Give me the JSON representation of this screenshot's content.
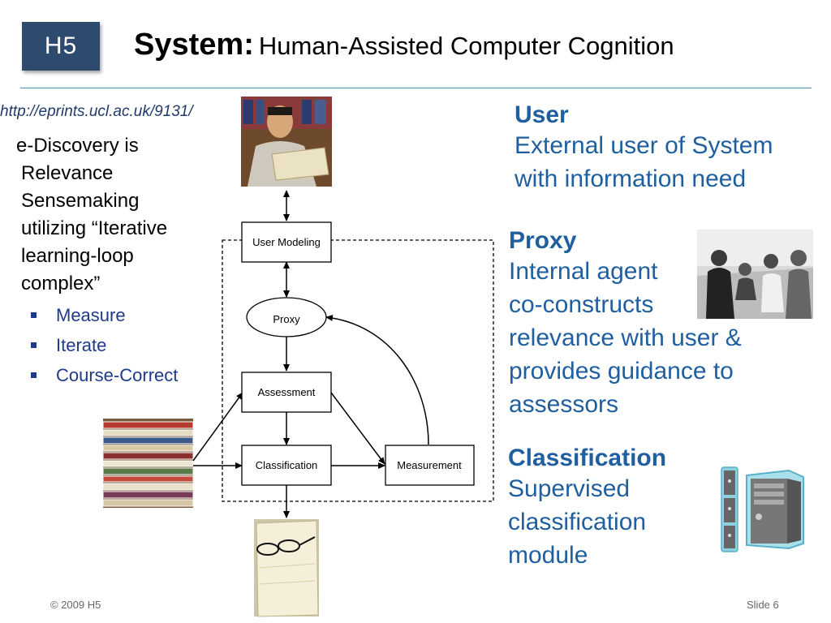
{
  "logo": {
    "text": "H5"
  },
  "header": {
    "title_bold": "System:",
    "title_rest": "Human-Assisted Computer Cognition"
  },
  "left": {
    "url": "http://eprints.ucl.ac.uk/9131/",
    "body_lines": [
      "e-Discovery is",
      "Relevance",
      "Sensemaking",
      "utilizing “Iterative",
      "learning-loop",
      "complex”"
    ],
    "bullets": [
      "Measure",
      "Iterate",
      "Course-Correct"
    ]
  },
  "diagram": {
    "user_modeling": "User Modeling",
    "proxy": "Proxy",
    "assessment": "Assessment",
    "classification": "Classification",
    "measurement": "Measurement"
  },
  "right": {
    "user": {
      "heading": "User",
      "lines": [
        "External user of System",
        "with information need"
      ]
    },
    "proxy": {
      "heading": "Proxy",
      "lines": [
        "Internal agent",
        "co-constructs",
        "relevance with user &",
        "provides guidance to",
        "assessors"
      ]
    },
    "classification": {
      "heading": "Classification",
      "lines": [
        "Supervised",
        "classification",
        "module"
      ]
    }
  },
  "footer": {
    "copyright": "© 2009 H5",
    "slide": "Slide 6"
  },
  "colors": {
    "accent": "#1f5fa0",
    "rule": "#3d8fc9",
    "logo_bg": "#2f4a6f"
  }
}
